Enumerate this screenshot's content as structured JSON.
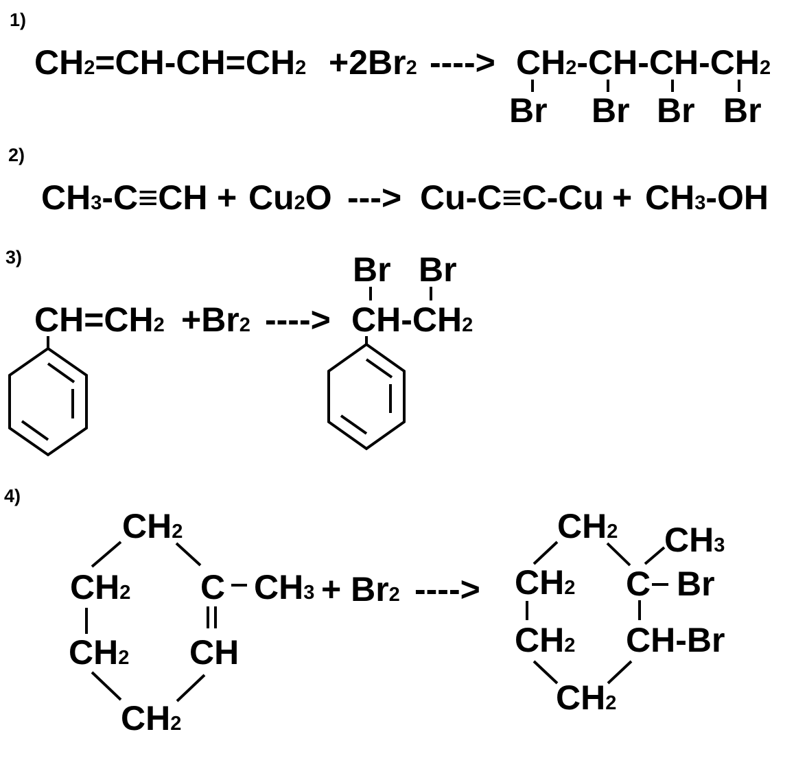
{
  "reactions": [
    {
      "number": "1)",
      "reactant_1": [
        [
          "CH",
          "2"
        ],
        [
          "=CH-CH=CH",
          "2"
        ]
      ],
      "reagent": [
        "+2Br",
        "2"
      ],
      "arrow": "---->",
      "product_chain": [
        [
          "CH",
          "2"
        ],
        [
          "-CH-CH-CH",
          "2"
        ]
      ],
      "substituents": [
        "Br",
        "Br",
        "Br",
        "Br"
      ]
    },
    {
      "number": "2)",
      "reactant_1": [
        [
          "CH",
          "3"
        ],
        [
          "-C≡CH",
          ""
        ]
      ],
      "plus_1": "+",
      "reagent": [
        "Cu",
        "2",
        "O"
      ],
      "arrow": "--->",
      "product_1": "Cu-C≡C-Cu",
      "plus_2": "+",
      "product_2": [
        [
          "CH",
          "3"
        ],
        [
          "-OH",
          ""
        ]
      ]
    },
    {
      "number": "3)",
      "side_chain": [
        "CH=CH",
        "2"
      ],
      "reagent": [
        "+Br",
        "2"
      ],
      "arrow": "---->",
      "product_chain": [
        "CH-CH",
        "2"
      ],
      "substituents": [
        "Br",
        "Br"
      ]
    },
    {
      "number": "4)",
      "ring_labels": {
        "top": [
          "CH",
          "2"
        ],
        "left_upper": [
          "CH",
          "2"
        ],
        "left_lower": [
          "CH",
          "2"
        ],
        "bottom": [
          "CH",
          "2"
        ],
        "carbon": "C",
        "ch": "CH",
        "methyl": [
          "CH",
          "3"
        ]
      },
      "reagent": [
        "+ Br",
        "2"
      ],
      "arrow": "---->",
      "product_labels": {
        "top": [
          "CH",
          "2"
        ],
        "left_upper": [
          "CH",
          "2"
        ],
        "left_lower": [
          "CH",
          "2"
        ],
        "bottom": [
          "CH",
          "2"
        ],
        "carbon": "C",
        "bromine": "Br",
        "methyl": [
          "CH",
          "3"
        ],
        "chbr": "CH-Br"
      }
    }
  ]
}
